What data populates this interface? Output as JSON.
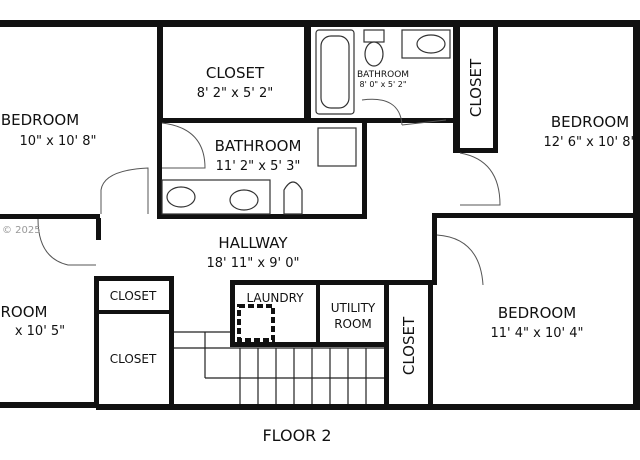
{
  "floor_title": "FLOOR 2",
  "watermark": "© 2025",
  "rooms": {
    "bedroom_nw": {
      "name": "BEDROOM",
      "dims": "10\" x 10' 8\""
    },
    "closet_top": {
      "name": "CLOSET",
      "dims": "8' 2\" x 5' 2\""
    },
    "bathroom_small": {
      "name": "BATHROOM",
      "dims": "8' 0\" x 5' 2\""
    },
    "closet_vertical_ne": {
      "name": "CLOSET"
    },
    "bedroom_ne": {
      "name": "BEDROOM",
      "dims": "12' 6\" x 10' 8\""
    },
    "bathroom_main": {
      "name": "BATHROOM",
      "dims": "11' 2\" x 5' 3\""
    },
    "hallway": {
      "name": "HALLWAY",
      "dims": "18' 11\" x 9' 0\""
    },
    "bedroom_sw": {
      "name": "ROOM",
      "dims": "x 10' 5\""
    },
    "closet_small_a": {
      "name": "CLOSET"
    },
    "closet_small_b": {
      "name": "CLOSET"
    },
    "laundry": {
      "name": "LAUNDRY"
    },
    "utility": {
      "name_line1": "UTILITY",
      "name_line2": "ROOM"
    },
    "closet_vertical_se": {
      "name": "CLOSET"
    },
    "bedroom_se": {
      "name": "BEDROOM",
      "dims": "11' 4\" x 10' 4\""
    }
  }
}
